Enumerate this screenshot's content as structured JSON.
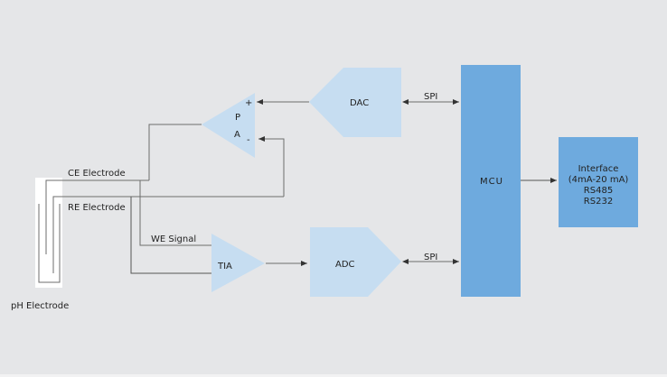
{
  "diagram": {
    "title": "pH Electrode Measurement Block Diagram",
    "colors": {
      "background": "#e5e6e8",
      "light_block": "#c6ddf1",
      "mcu_block": "#6eaade",
      "wire": "#6d6d6d",
      "electrode_bg": "#ffffff"
    },
    "blocks": {
      "dac": "DAC",
      "adc": "ADC",
      "mcu": "MCU",
      "pa_plus": "+",
      "pa_minus": "-",
      "pa_p": "P",
      "pa_a": "A",
      "tia": "TIA",
      "interface": [
        "Interface",
        "(4mA-20  mA)",
        "RS485",
        "RS232"
      ]
    },
    "labels": {
      "spi_top": "SPI",
      "spi_bottom": "SPI",
      "ce_electrode": "CE Electrode",
      "re_electrode": "RE Electrode",
      "we_signal": "WE Signal",
      "ph_electrode": "pH Electrode"
    }
  }
}
